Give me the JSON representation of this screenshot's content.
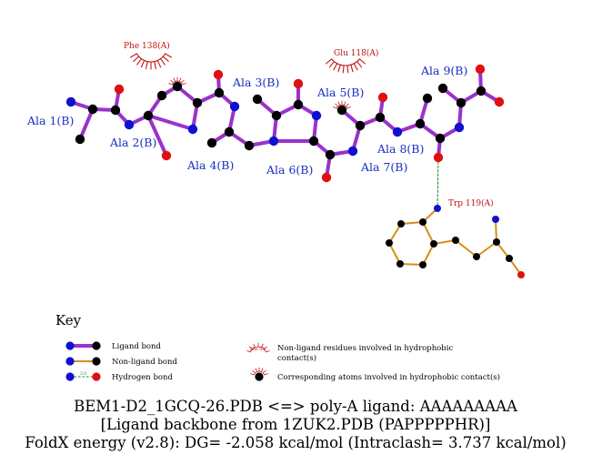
{
  "colors": {
    "ligand_bond": "#9932cc",
    "nonligand_bond": "#d4901a",
    "hbond": "#1e8a1e",
    "hydrophobic": "#c01818",
    "atom_C": "#000000",
    "atom_N": "#1010d0",
    "atom_O": "#e01010",
    "ligand_label": "#1a2fc0",
    "nonligand_label": "#c01010"
  },
  "ligand_residues": [
    "Ala 1(B)",
    "Ala 2(B)",
    "Ala 3(B)",
    "Ala 4(B)",
    "Ala 5(B)",
    "Ala 6(B)",
    "Ala 7(B)",
    "Ala 8(B)",
    "Ala 9(B)"
  ],
  "nonligand_residues": {
    "hydrophobic": [
      "Phe 138(A)",
      "Glu 118(A)"
    ],
    "hbond": "Trp 119(A)"
  },
  "key": {
    "title": "Key",
    "ligand_bond": "Ligand bond",
    "nonligand_bond": "Non-ligand bond",
    "hbond": "Hydrogen bond",
    "hbond_distance": "3.0",
    "example_residue": "His 53",
    "hydrophobic_residues_line1": "Non-ligand residues involved in hydrophobic",
    "hydrophobic_residues_line2": "contact(s)",
    "hydrophobic_atoms": "Corresponding atoms involved in hydrophobic contact(s)"
  },
  "caption": {
    "line1": "BEM1-D2_1GCQ-26.PDB <=> poly-A ligand: AAAAAAAAA",
    "line2": "[Ligand backbone from 1ZUK2.PDB (PAPPPPPHR)]",
    "line3": "FoldX energy (v2.8): DG= -2.058 kcal/mol (Intraclash= 3.737 kcal/mol)"
  }
}
